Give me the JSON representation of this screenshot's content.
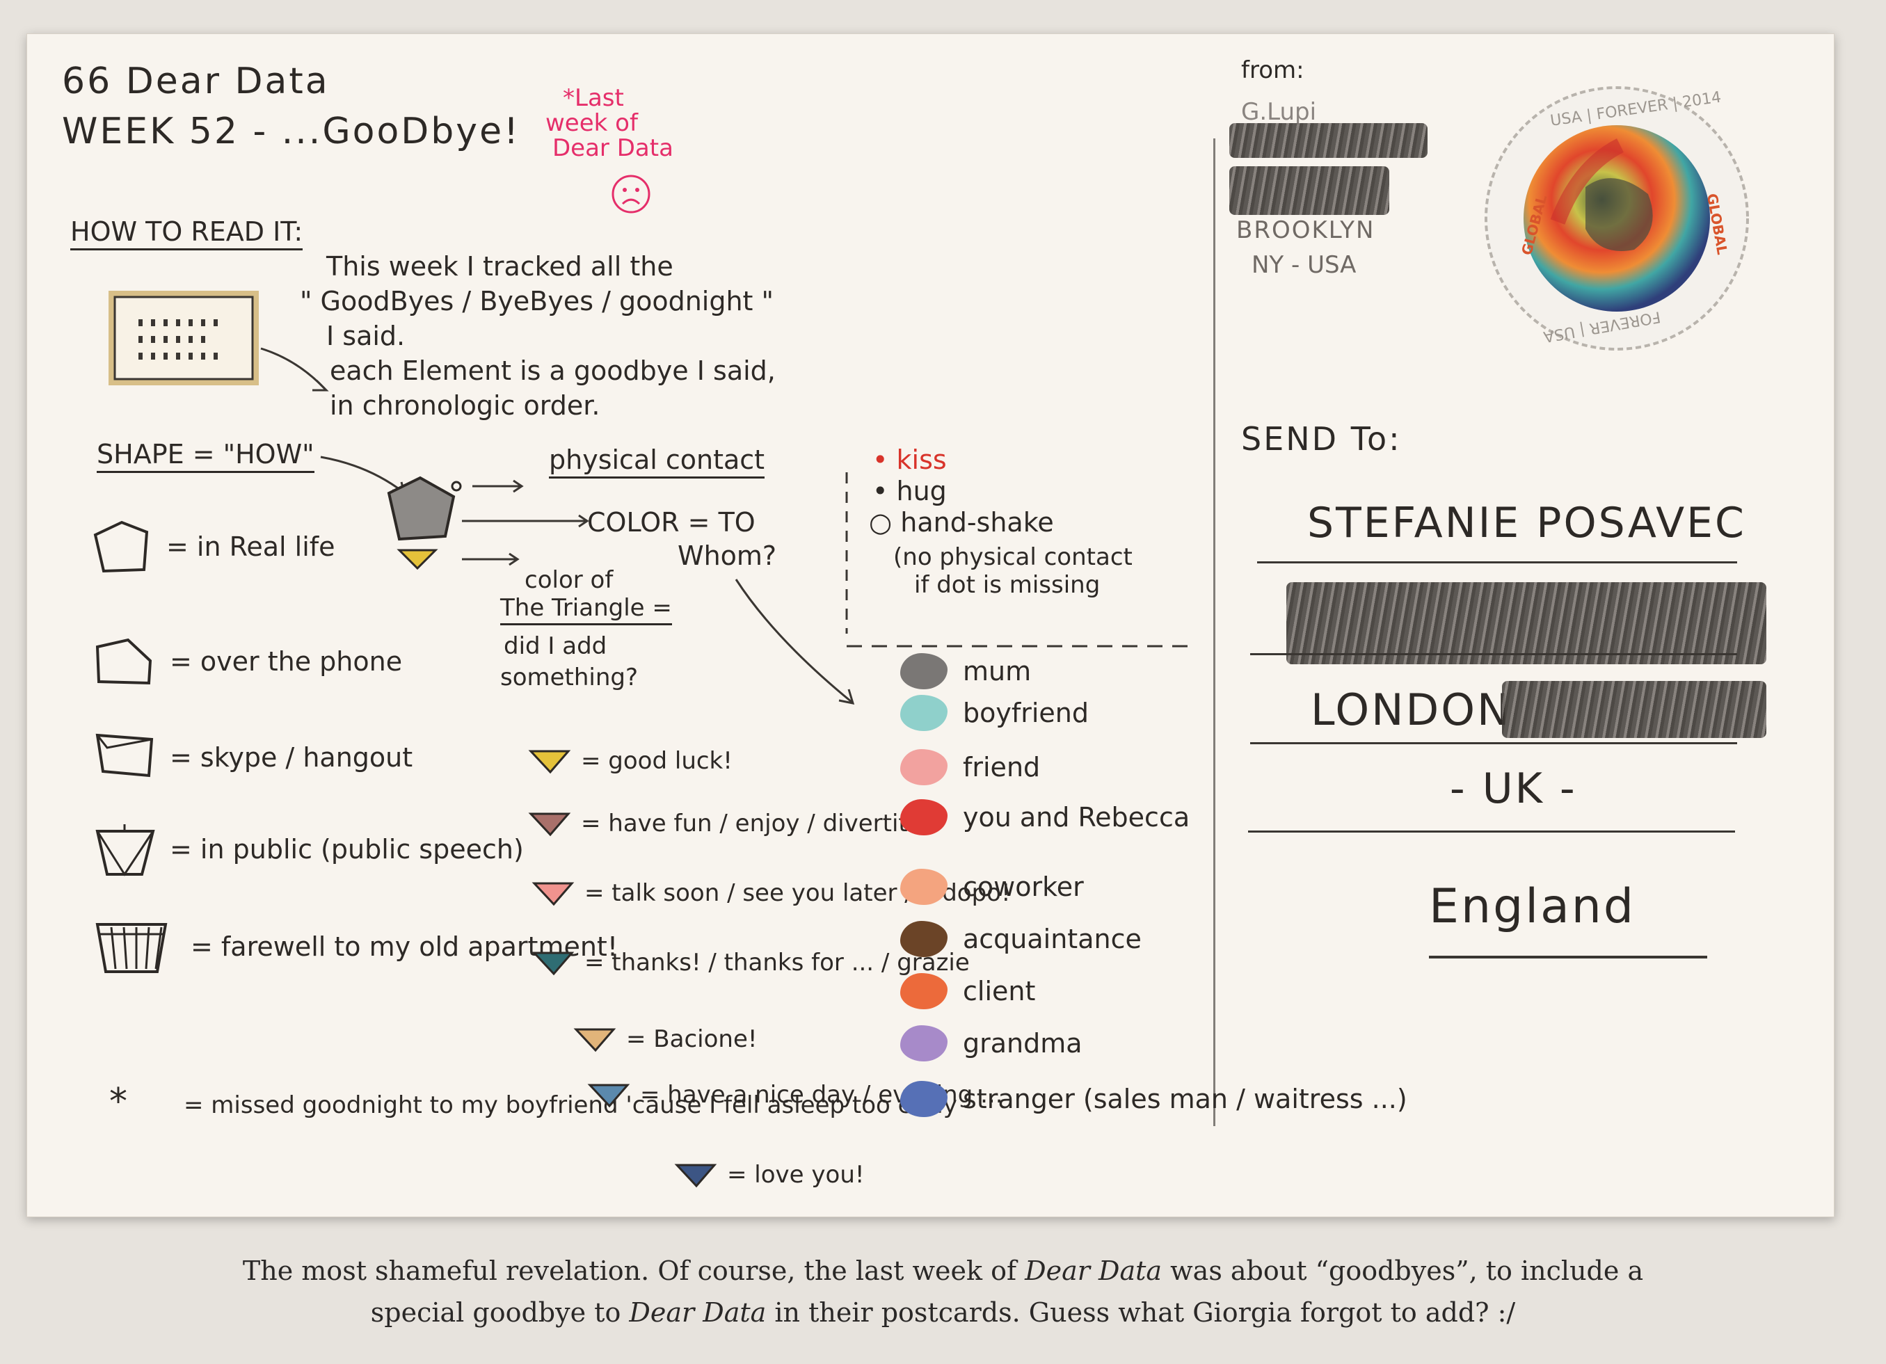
{
  "header": {
    "line1": "66 Dear Data",
    "line2": "WEEK 52 - ...GooDbye!",
    "pink_note_lines": [
      "*Last",
      "week of",
      "Dear Data"
    ]
  },
  "how_to": {
    "title": "HOW TO READ IT:",
    "intro_lines": [
      "This week I tracked all the",
      "\" GoodByes / ByeByes / goodnight \"",
      "I said."
    ],
    "element_lines": [
      "each Element is a goodbye I said,",
      "in chronologic order."
    ]
  },
  "shape": {
    "title": "SHAPE = \"HOW\"",
    "items": [
      {
        "label": "= in Real life"
      },
      {
        "label": "= over the phone"
      },
      {
        "label": "= skype / hangout"
      },
      {
        "label": "= in public (public speech)"
      },
      {
        "label": "= farewell to my old apartment!"
      }
    ],
    "asterisk": "*",
    "asterisk_label": "= missed goodnight to my boyfriend 'cause I fell asleep too early"
  },
  "physical": {
    "title": "physical contact",
    "items": [
      "kiss",
      "hug",
      "hand-shake"
    ],
    "missing_note_lines": [
      "(no physical contact",
      "if dot is missing"
    ]
  },
  "color_label": [
    "COLOR = TO",
    "Whom?"
  ],
  "triangle": {
    "title_lines": [
      "color of",
      "The Triangle =",
      "did I add",
      "something?"
    ],
    "items": [
      {
        "label": "= good luck!",
        "color": "#e5c23a"
      },
      {
        "label": "= have fun / enjoy / divertiti!",
        "color": "#a9706a"
      },
      {
        "label": "= talk soon / see you later / a dopo!",
        "color": "#f0938e"
      },
      {
        "label": "= thanks! / thanks for ... / grazie",
        "color": "#2f6d73"
      },
      {
        "label": "= Bacione!",
        "color": "#e1b47a"
      },
      {
        "label": "= have a nice day / evening ...",
        "color": "#5b89ad"
      },
      {
        "label": "= love you!",
        "color": "#3c5584"
      }
    ]
  },
  "colors": {
    "items": [
      {
        "label": "mum",
        "color": "#7a7775"
      },
      {
        "label": "boyfriend",
        "color": "#8fd0cb"
      },
      {
        "label": "friend",
        "color": "#f2a29f"
      },
      {
        "label": "you and Rebecca",
        "color": "#e03b35"
      },
      {
        "label": "coworker",
        "color": "#f4a47f"
      },
      {
        "label": "acquaintance",
        "color": "#6b4427"
      },
      {
        "label": "client",
        "color": "#ec6a3b"
      },
      {
        "label": "grandma",
        "color": "#a78ac9"
      },
      {
        "label": "stranger (sales man / waitress ...)",
        "color": "#5670b6"
      }
    ]
  },
  "from": {
    "label": "from:",
    "name": "G.Lupi",
    "city": "BROOKLYN",
    "country": "NY - USA"
  },
  "stamp": {
    "ring_text": "USA | FOREVER | 2014 | GLOBAL | USA | FOREVER | 2014 | GLOBAL",
    "accent": "#d9542b"
  },
  "send_to": {
    "label": "SEND To:",
    "name": "STEFANIE POSAVEC",
    "city": "LONDON",
    "country": "- UK -",
    "region": "England"
  },
  "caption": {
    "line1_a": "The most shameful revelation. Of course, the last week of ",
    "line1_b": "Dear Data",
    "line1_c": " was about “goodbyes”, to include a",
    "line2_a": "special goodbye to ",
    "line2_b": "Dear Data",
    "line2_c": " in their postcards. Guess what Giorgia forgot to add? :/"
  }
}
